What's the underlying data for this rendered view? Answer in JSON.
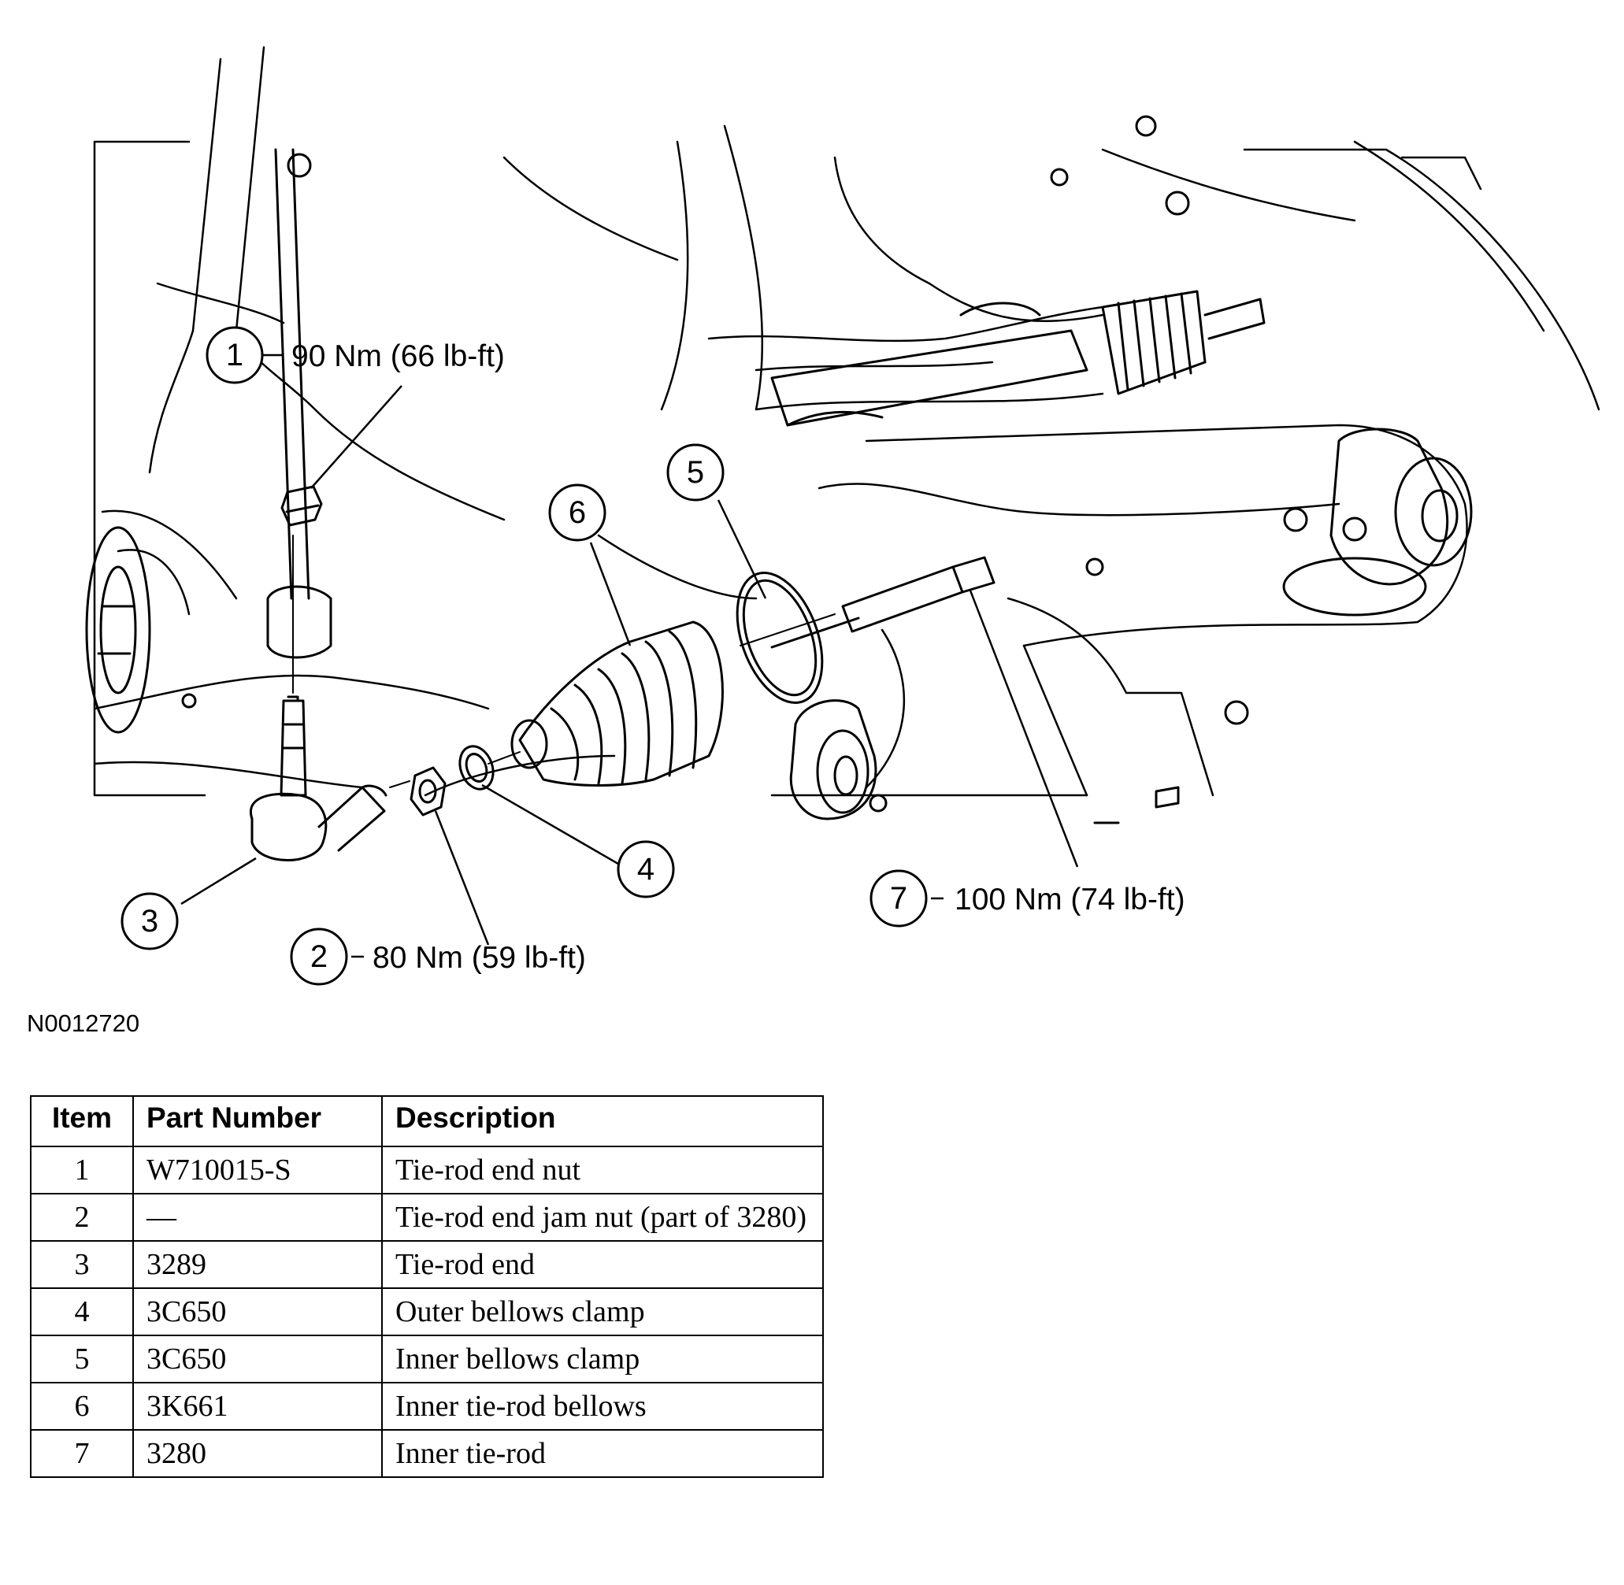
{
  "callouts": [
    {
      "num": "1",
      "torque": "90 Nm (66 lb-ft)"
    },
    {
      "num": "2",
      "torque": "80 Nm (59 lb-ft)"
    },
    {
      "num": "3",
      "torque": ""
    },
    {
      "num": "4",
      "torque": ""
    },
    {
      "num": "5",
      "torque": ""
    },
    {
      "num": "6",
      "torque": ""
    },
    {
      "num": "7",
      "torque": "100 Nm (74 lb-ft)"
    }
  ],
  "figure_ref": "N0012720",
  "table": {
    "headers": [
      "Item",
      "Part Number",
      "Description"
    ],
    "rows": [
      {
        "item": "1",
        "part": "W710015-S",
        "desc": "Tie-rod end nut"
      },
      {
        "item": "2",
        "part": "—",
        "desc": "Tie-rod end jam nut (part of 3280)"
      },
      {
        "item": "3",
        "part": "3289",
        "desc": "Tie-rod end"
      },
      {
        "item": "4",
        "part": "3C650",
        "desc": "Outer bellows clamp"
      },
      {
        "item": "5",
        "part": "3C650",
        "desc": "Inner bellows clamp"
      },
      {
        "item": "6",
        "part": "3K661",
        "desc": "Inner tie-rod bellows"
      },
      {
        "item": "7",
        "part": "3280",
        "desc": "Inner tie-rod"
      }
    ]
  }
}
